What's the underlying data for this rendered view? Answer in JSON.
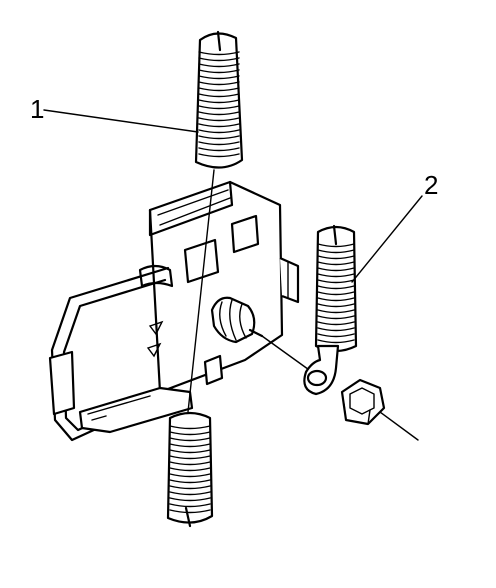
{
  "callouts": [
    {
      "id": "1",
      "label": "1",
      "part": "upper-spring"
    },
    {
      "id": "2",
      "label": "2",
      "part": "right-spring"
    }
  ],
  "parts": {
    "upper_spring": "spring-coil",
    "lower_spring": "spring-coil",
    "right_spring": "spring-coil-with-eyelet",
    "nut": "hex-nut",
    "bracket": "mounting-bracket",
    "stud": "threaded-stud"
  }
}
